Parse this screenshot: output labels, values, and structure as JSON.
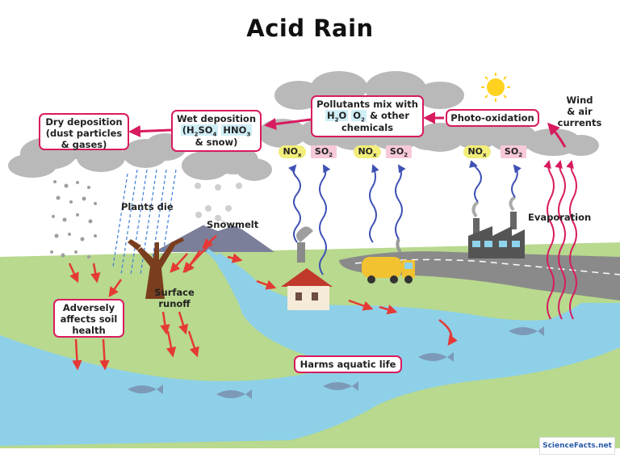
{
  "title": "Acid Rain",
  "labels": {
    "dry_deposition": [
      "Dry deposition",
      "(dust particles",
      "& gases)"
    ],
    "wet_deposition": {
      "line1": "Wet deposition",
      "h2so4_h": "(H",
      "h2so4_sub1": "2",
      "h2so4_so": "SO",
      "h2so4_sub2": "4",
      "hno3_h": "HNO",
      "hno3_sub": "3",
      "close": ")",
      "line3": "& snow)"
    },
    "pollutants_mix": {
      "line1": "Pollutants mix with",
      "h2o_h": "H",
      "h2o_sub": "2",
      "h2o_o": "O",
      "o2_o": "O",
      "o2_sub": "2",
      "rest": "& other",
      "line3": "chemicals"
    },
    "photo_oxidation": "Photo-oxidation",
    "wind": [
      "Wind",
      "& air",
      "currents"
    ],
    "evaporation": "Evaporation",
    "plants_die": "Plants die",
    "snowmelt": "Snowmelt",
    "surface_runoff": [
      "Surface",
      "runoff"
    ],
    "adversely": [
      "Adversely",
      "affects soil",
      "health"
    ],
    "harms_aquatic": "Harms aquatic life"
  },
  "badges": {
    "nox_main": "NO",
    "nox_sub": "x",
    "so2_main": "SO",
    "so2_sub": "2"
  },
  "logo_text": "ScienceFacts.net",
  "colors": {
    "arrow": "#d81b60",
    "river": "#8ed0e8",
    "grass": "#b8d98e",
    "cloud": "#b9b9b9",
    "road": "#8a8a8a",
    "sun": "#ffd21f"
  }
}
